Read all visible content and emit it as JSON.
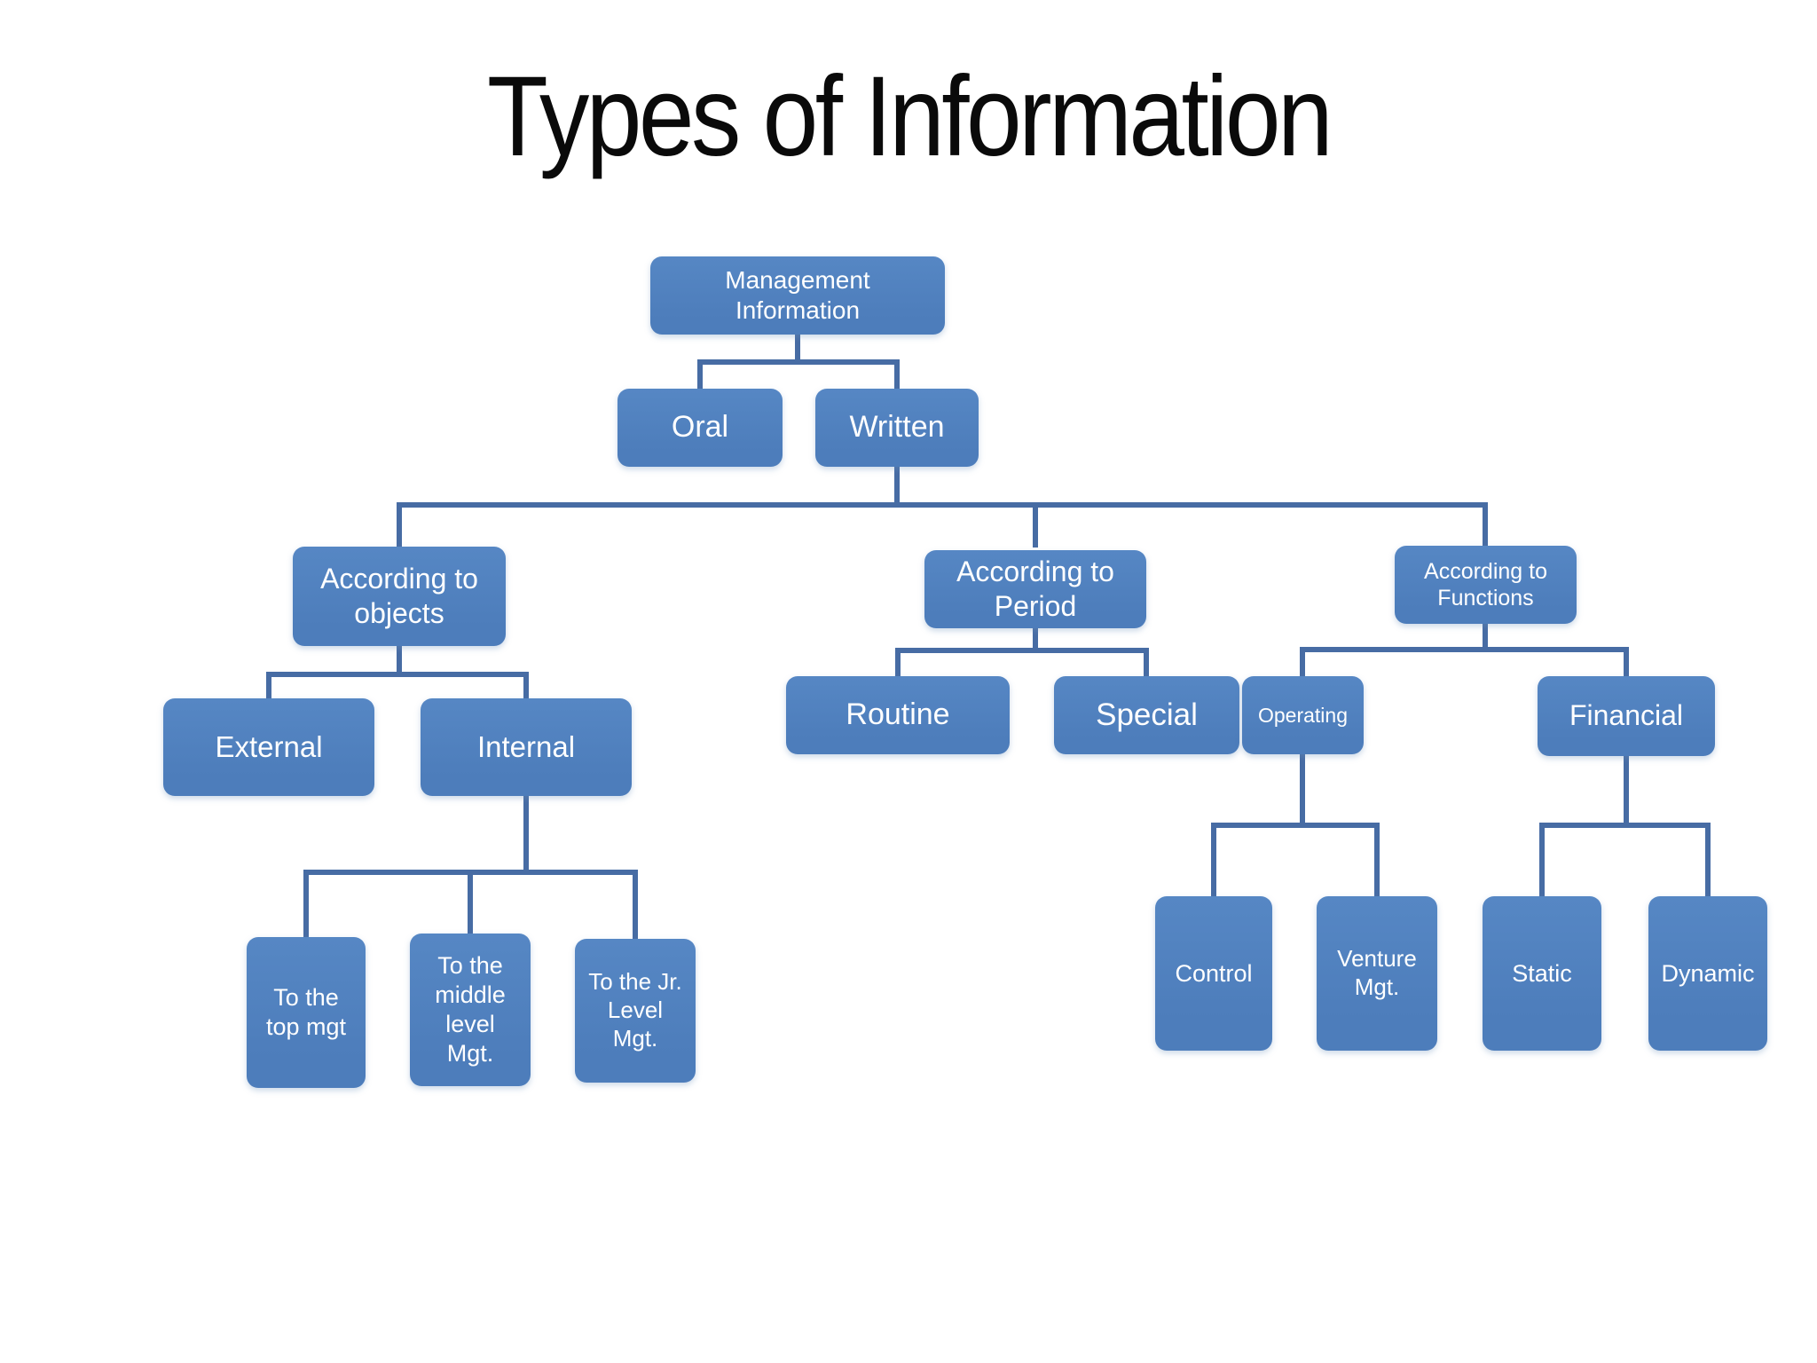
{
  "title": "Types of Information",
  "colors": {
    "background": "#ffffff",
    "title_color": "#0a0a0a",
    "box_fill": "#4d7dbb",
    "box_fill_top": "#5687c4",
    "node_text": "#ffffff",
    "connector": "#476ca4"
  },
  "nodes": {
    "management": {
      "label": "Management\nInformation"
    },
    "oral": {
      "label": "Oral"
    },
    "written": {
      "label": "Written"
    },
    "objects": {
      "label": "According to\nobjects"
    },
    "period": {
      "label": "According to\nPeriod"
    },
    "functions": {
      "label": "According to\nFunctions"
    },
    "external": {
      "label": "External"
    },
    "internal": {
      "label": "Internal"
    },
    "routine": {
      "label": "Routine"
    },
    "special": {
      "label": "Special"
    },
    "operating": {
      "label": "Operating"
    },
    "financial": {
      "label": "Financial"
    },
    "top_mgt": {
      "label": "To the\ntop mgt"
    },
    "middle_mgt": {
      "label": "To the\nmiddle\nlevel\nMgt."
    },
    "jr_mgt": {
      "label": "To the Jr.\nLevel\nMgt."
    },
    "control": {
      "label": "Control"
    },
    "venture": {
      "label": "Venture\nMgt."
    },
    "static": {
      "label": "Static"
    },
    "dynamic": {
      "label": "Dynamic"
    }
  },
  "edges": [
    {
      "from": "Management Information",
      "to": [
        "Oral",
        "Written"
      ]
    },
    {
      "from": "Written",
      "to": [
        "According to objects",
        "According to Period",
        "According to Functions"
      ]
    },
    {
      "from": "According to objects",
      "to": [
        "External",
        "Internal"
      ]
    },
    {
      "from": "Internal",
      "to": [
        "To the top mgt",
        "To the middle level Mgt.",
        "To the Jr. Level Mgt."
      ]
    },
    {
      "from": "According to Period",
      "to": [
        "Routine",
        "Special"
      ]
    },
    {
      "from": "According to Functions",
      "to": [
        "Operating",
        "Financial"
      ]
    },
    {
      "from": "Operating",
      "to": [
        "Control",
        "Venture Mgt."
      ]
    },
    {
      "from": "Financial",
      "to": [
        "Static",
        "Dynamic"
      ]
    }
  ]
}
